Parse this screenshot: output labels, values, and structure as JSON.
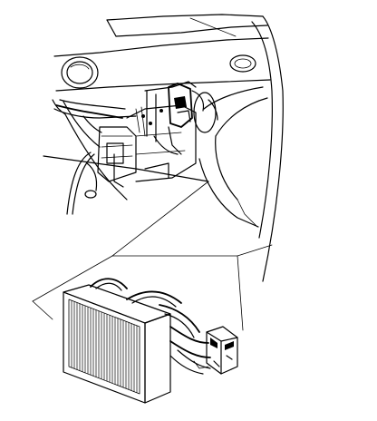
{
  "figure": {
    "kind": "exploded technical line drawing",
    "background": "#ffffff",
    "line_color": "#000000",
    "parts": [
      "dashboard",
      "steering-column",
      "evaporator-core",
      "hose-connector"
    ],
    "icons": [
      "dashboard-outline-icon",
      "vent-ring-icon",
      "bracket-clip-icon",
      "evaporator-core-icon",
      "coupler-block-icon"
    ]
  }
}
